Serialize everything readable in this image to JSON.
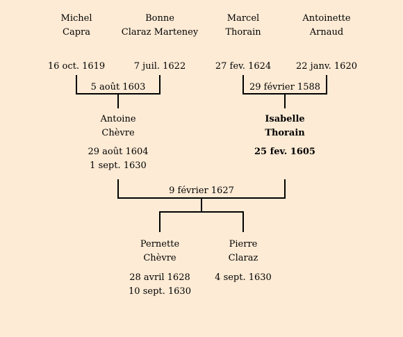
{
  "grandparents": [
    {
      "first": "Michel",
      "last": "Capra",
      "date": "16 oct. 1619"
    },
    {
      "first": "Bonne",
      "last": "Claraz Marteney",
      "date": "7 juil. 1622"
    },
    {
      "first": "Marcel",
      "last": "Thorain",
      "date": "27 fev. 1624"
    },
    {
      "first": "Antoinette",
      "last": "Arnaud",
      "date": "22 janv. 1620"
    }
  ],
  "marriages": {
    "left_couple": "5 août 1603",
    "right_couple": "29 février 1588",
    "parents": "9 février 1627"
  },
  "parents": {
    "father": {
      "first": "Antoine",
      "last": "Chèvre",
      "birth": "29 août 1604",
      "death": "1 sept. 1630"
    },
    "mother": {
      "first": "Isabelle",
      "last": "Thorain",
      "birth": "25 fev. 1605"
    }
  },
  "children": [
    {
      "first": "Pernette",
      "last": "Chèvre",
      "birth": "28 avril 1628",
      "death": "10 sept. 1630"
    },
    {
      "first": "Pierre",
      "last": "Claraz",
      "birth": "4 sept. 1630"
    }
  ],
  "colors": {
    "background": "#fdebd5",
    "lines": "#000000"
  }
}
